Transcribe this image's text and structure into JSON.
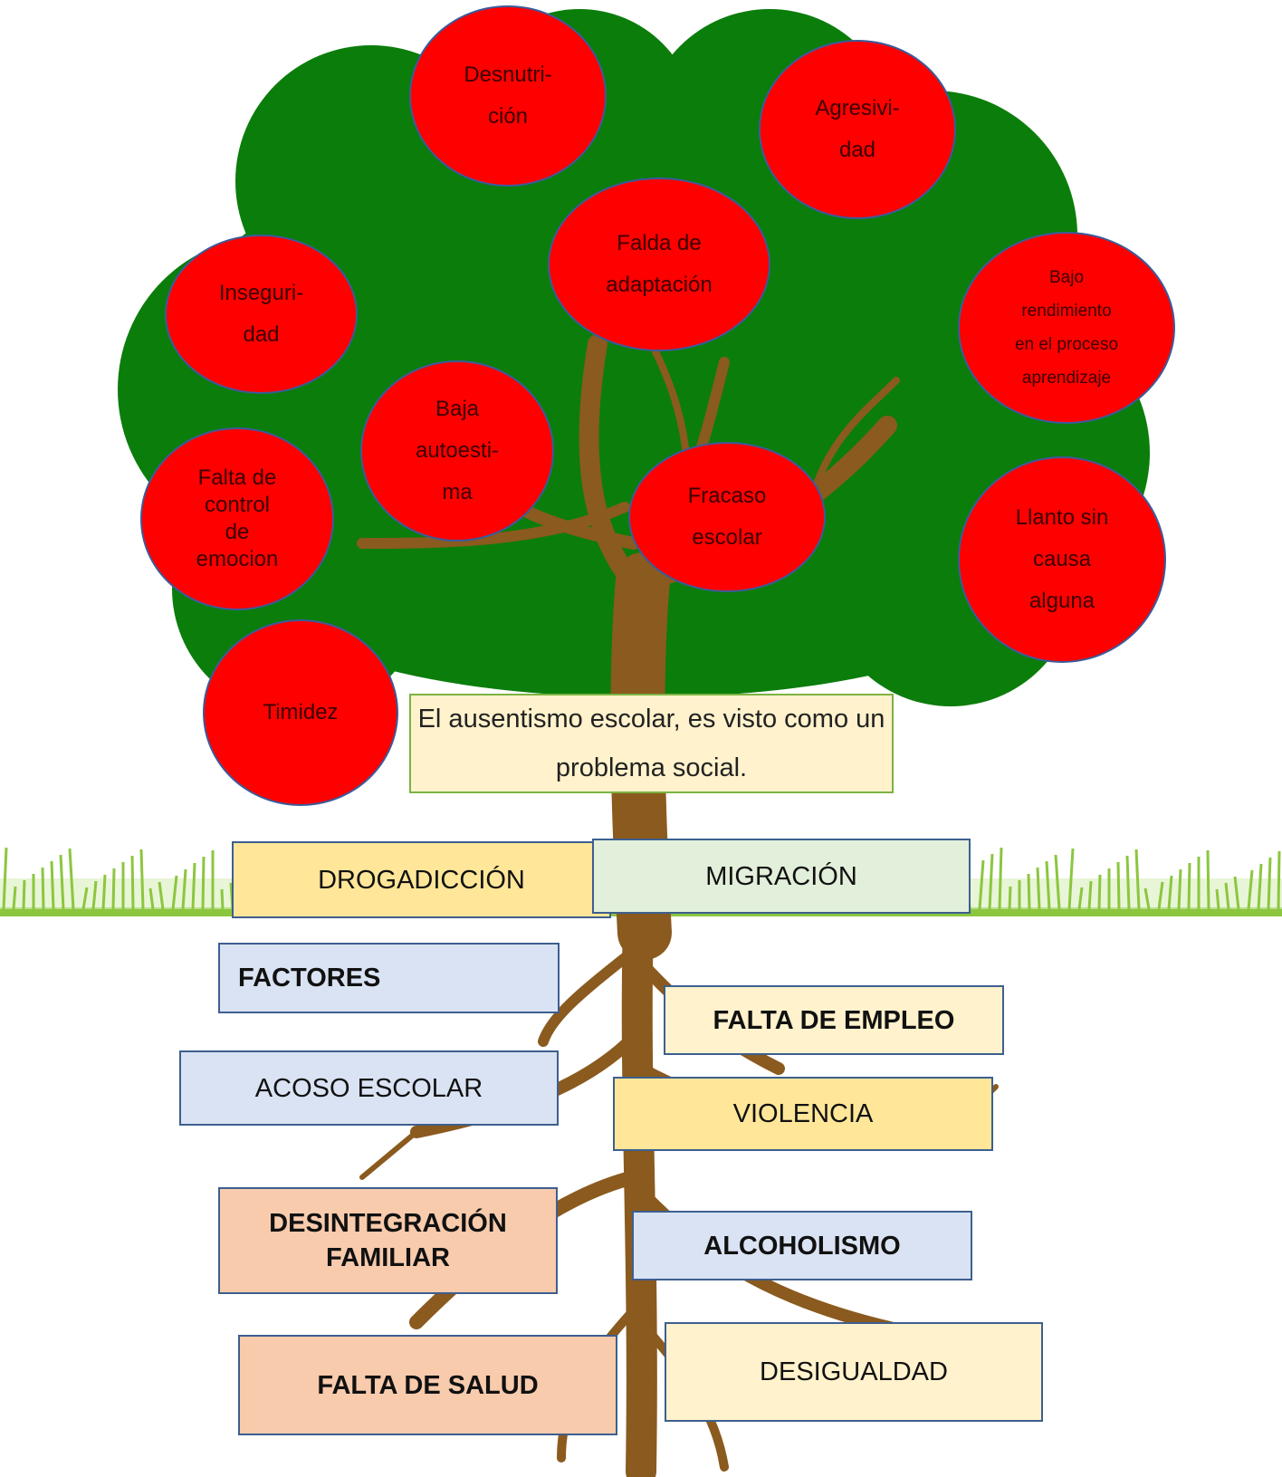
{
  "problem": {
    "text": "El ausentismo escolar, es visto como un problema social."
  },
  "effects": [
    {
      "id": "desnutricion",
      "lines": [
        "Desnutri-",
        "ción"
      ]
    },
    {
      "id": "agresividad",
      "lines": [
        "Agresivi-",
        "dad"
      ]
    },
    {
      "id": "falta-adaptacion",
      "lines": [
        "Falda de",
        "adaptación"
      ]
    },
    {
      "id": "inseguridad",
      "lines": [
        "Inseguri-",
        "dad"
      ]
    },
    {
      "id": "bajo-rendimiento",
      "lines": [
        "Bajo",
        "rendimiento",
        "en el proceso",
        "aprendizaje"
      ]
    },
    {
      "id": "baja-autoestima",
      "lines": [
        "Baja",
        "autoesti-",
        "ma"
      ]
    },
    {
      "id": "falta-control",
      "lines": [
        "Falta  de",
        "control",
        "de",
        "emocion"
      ]
    },
    {
      "id": "fracaso-escolar",
      "lines": [
        "Fracaso",
        "escolar"
      ]
    },
    {
      "id": "llanto",
      "lines": [
        "Llanto sin",
        "causa",
        "alguna"
      ]
    },
    {
      "id": "timidez",
      "lines": [
        "Timidez"
      ]
    }
  ],
  "causes": [
    {
      "id": "drogadiccion",
      "text": "DROGADICCIÓN",
      "bold": false
    },
    {
      "id": "migracion",
      "text": "MIGRACIÓN",
      "bold": false
    },
    {
      "id": "factores",
      "text": "FACTORES",
      "bold": true
    },
    {
      "id": "falta-empleo",
      "text": "FALTA DE EMPLEO",
      "bold": true
    },
    {
      "id": "acoso-escolar",
      "text": "ACOSO ESCOLAR",
      "bold": false
    },
    {
      "id": "violencia",
      "text": "VIOLENCIA",
      "bold": false
    },
    {
      "id": "desintegracion",
      "text": "DESINTEGRACIÓN FAMILIAR",
      "bold": true
    },
    {
      "id": "alcoholismo",
      "text": "ALCOHOLISMO",
      "bold": true
    },
    {
      "id": "falta-salud",
      "text": "FALTA DE SALUD",
      "bold": true
    },
    {
      "id": "desigualdad",
      "text": "DESIGUALDAD",
      "bold": false
    }
  ],
  "colors": {
    "foliage": "#0b7d0b",
    "trunk": "#8a5a1e",
    "fruit": "#ff0000",
    "grass": "#8cc63f",
    "box_yellow": "#ffe699",
    "box_green": "#e2efda",
    "box_blue": "#dae3f3",
    "box_cream": "#fff2cc",
    "box_salmon": "#f8cbad"
  }
}
